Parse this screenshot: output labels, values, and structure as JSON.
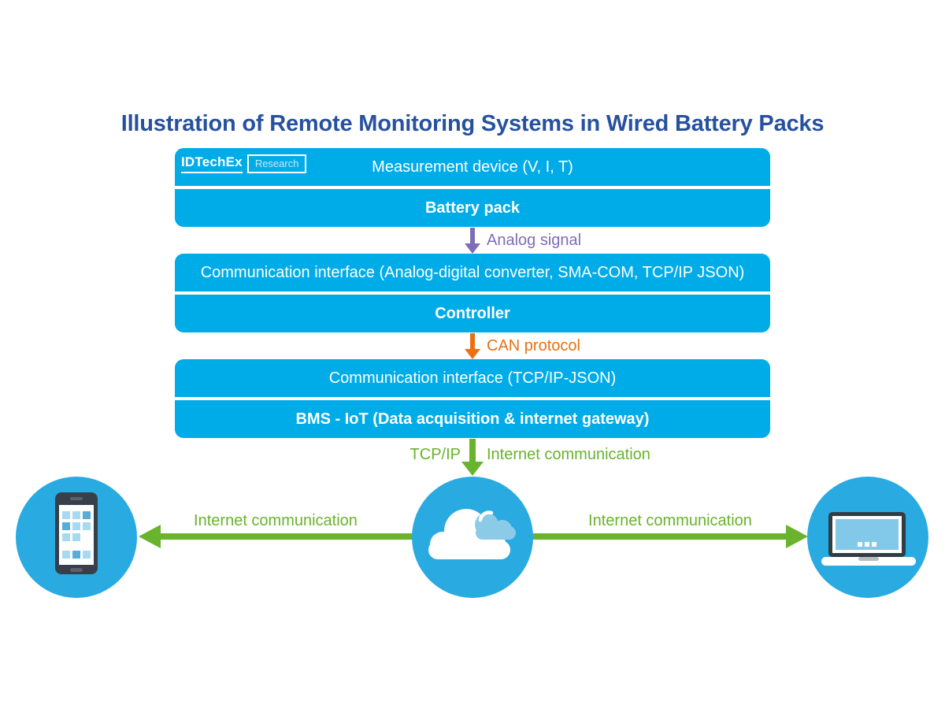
{
  "title": "Illustration of Remote Monitoring Systems in Wired Battery Packs",
  "logo": {
    "brand": "IDTechEx",
    "suffix": "Research"
  },
  "stack": {
    "groups": [
      {
        "rows": [
          {
            "label": "Measurement device (V, I, T)"
          },
          {
            "label": "Battery pack"
          }
        ]
      },
      {
        "rows": [
          {
            "label": "Communication interface (Analog-digital converter, SMA-COM, TCP/IP JSON)"
          },
          {
            "label": "Controller"
          }
        ]
      },
      {
        "rows": [
          {
            "label": "Communication interface (TCP/IP-JSON)"
          },
          {
            "label": "BMS - IoT (Data acquisition & internet gateway)"
          }
        ]
      }
    ]
  },
  "connectors": {
    "analog": {
      "label": "Analog signal",
      "color": "#7E6CB8"
    },
    "can": {
      "label": "CAN protocol",
      "color": "#E97112"
    },
    "internet_down": {
      "label_left": "TCP/IP",
      "label_right": "Internet communication",
      "color": "#69B32D"
    },
    "internet_left": {
      "label": "Internet communication",
      "color": "#69B32D"
    },
    "internet_right": {
      "label": "Internet communication",
      "color": "#69B32D"
    }
  },
  "endpoints": {
    "left": {
      "icon": "smartphone-icon"
    },
    "center": {
      "icon": "cloud-icon"
    },
    "right": {
      "icon": "laptop-icon"
    }
  },
  "colors": {
    "title_blue": "#27519F",
    "block_blue": "#00ACE8",
    "circle_blue": "#29ABE2",
    "analog_purple": "#7E6CB8",
    "can_orange": "#E97112",
    "internet_green": "#69B32D"
  }
}
